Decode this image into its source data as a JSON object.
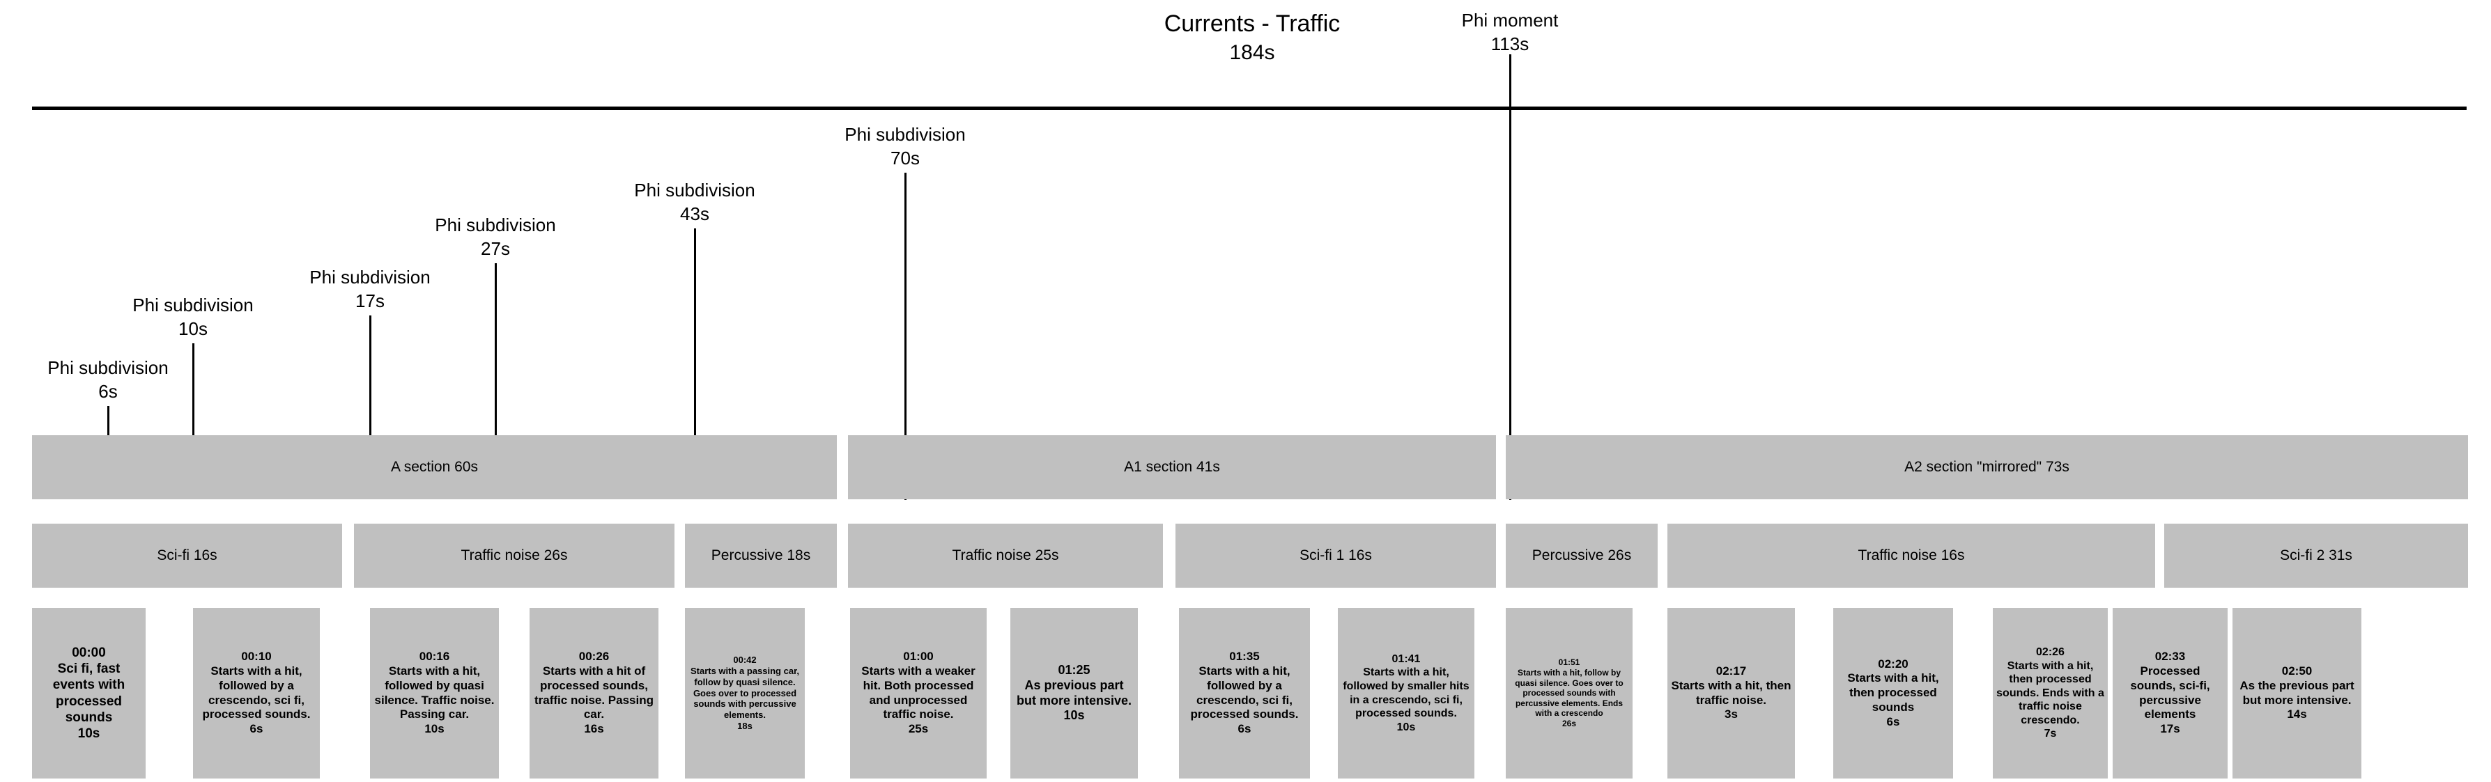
{
  "title": {
    "name": "Currents - Traffic",
    "duration": "184s"
  },
  "phi_moment": {
    "label": "Phi moment",
    "value": "113s"
  },
  "phi_subdivisions": [
    {
      "label": "Phi subdivision",
      "value": "6s"
    },
    {
      "label": "Phi subdivision",
      "value": "10s"
    },
    {
      "label": "Phi subdivision",
      "value": "17s"
    },
    {
      "label": "Phi subdivision",
      "value": "27s"
    },
    {
      "label": "Phi subdivision",
      "value": "43s"
    },
    {
      "label": "Phi subdivision",
      "value": "70s"
    }
  ],
  "sections": [
    {
      "label": "A section 60s"
    },
    {
      "label": "A1 section 41s"
    },
    {
      "label": "A2 section \"mirrored\" 73s"
    }
  ],
  "tracks": [
    {
      "label": "Sci-fi 16s"
    },
    {
      "label": "Traffic noise 26s"
    },
    {
      "label": "Percussive 18s"
    },
    {
      "label": "Traffic noise 25s"
    },
    {
      "label": "Sci-fi 1 16s"
    },
    {
      "label": "Percussive 26s"
    },
    {
      "label": "Traffic noise 16s"
    },
    {
      "label": "Sci-fi 2 31s"
    }
  ],
  "cards": [
    {
      "time": "00:00",
      "description": "Sci fi, fast events with processed sounds",
      "duration": "10s"
    },
    {
      "time": "00:10",
      "description": "Starts with a hit, followed by a crescendo, sci fi, processed sounds.",
      "duration": "6s"
    },
    {
      "time": "00:16",
      "description": "Starts with a hit, followed by quasi silence. Traffic noise. Passing car.",
      "duration": "10s"
    },
    {
      "time": "00:26",
      "description": "Starts with a hit of processed sounds, traffic noise. Passing car.",
      "duration": "16s"
    },
    {
      "time": "00:42",
      "description": "Starts with a passing car, follow by quasi silence. Goes over to processed sounds with percussive elements.",
      "duration": "18s"
    },
    {
      "time": "01:00",
      "description": "Starts with a weaker hit. Both processed and unprocessed traffic noise.",
      "duration": "25s"
    },
    {
      "time": "01:25",
      "description": "As previous part but more intensive.",
      "duration": "10s"
    },
    {
      "time": "01:35",
      "description": "Starts with a hit, followed by a crescendo, sci fi, processed sounds.",
      "duration": "6s"
    },
    {
      "time": "01:41",
      "description": "Starts with a hit, followed by smaller hits in a crescendo, sci fi, processed sounds.",
      "duration": "10s"
    },
    {
      "time": "01:51",
      "description": "Starts with a hit, follow by quasi silence. Goes over to processed sounds with percussive elements. Ends with a crescendo",
      "duration": "26s"
    },
    {
      "time": "02:17",
      "description": "Starts with a hit, then traffic noise.",
      "duration": "3s"
    },
    {
      "time": "02:20",
      "description": "Starts with a hit, then processed sounds",
      "duration": "6s"
    },
    {
      "time": "02:26",
      "description": "Starts with a hit, then processed sounds. Ends with a traffic noise crescendo.",
      "duration": "7s"
    },
    {
      "time": "02:33",
      "description": "Processed sounds, sci-fi, percussive elements",
      "duration": "17s"
    },
    {
      "time": "02:50",
      "description": "As the previous part but more intensive.",
      "duration": "14s"
    }
  ],
  "colors": {
    "block_fill": "#c0c0c0",
    "line": "#000000",
    "background": "#ffffff"
  }
}
